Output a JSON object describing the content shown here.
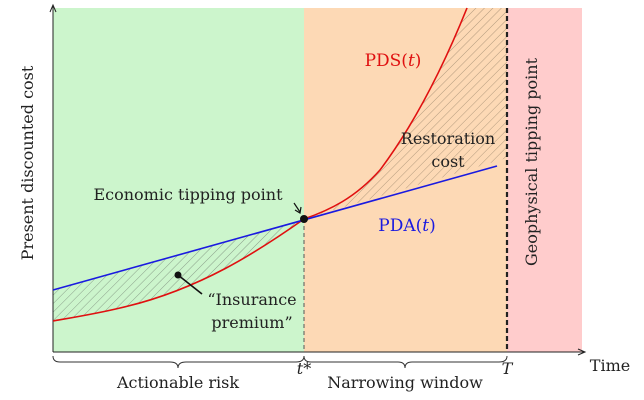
{
  "axes": {
    "y_label": "Present discounted cost",
    "x_label": "Time"
  },
  "regions": {
    "actionable": {
      "label": "Actionable risk",
      "color": "#ccf5cc"
    },
    "narrowing": {
      "label": "Narrowing window",
      "color": "#fdd9b5"
    },
    "tipped": {
      "label": "Geophysical tipping point",
      "color": "#ffcccc"
    }
  },
  "curves": {
    "pds": {
      "label_name": "PDS",
      "label_arg": "t",
      "color": "#e01010"
    },
    "pda": {
      "label_name": "PDA",
      "label_arg": "t",
      "color": "#1a1ae0"
    }
  },
  "annotations": {
    "economic_tipping_point": "Economic tipping point",
    "restoration_cost_line1": "Restoration",
    "restoration_cost_line2": "cost",
    "insurance_premium_line1": "“Insurance",
    "insurance_premium_line2": "premium”"
  },
  "ticks": {
    "t_star": "t*",
    "T": "T"
  }
}
